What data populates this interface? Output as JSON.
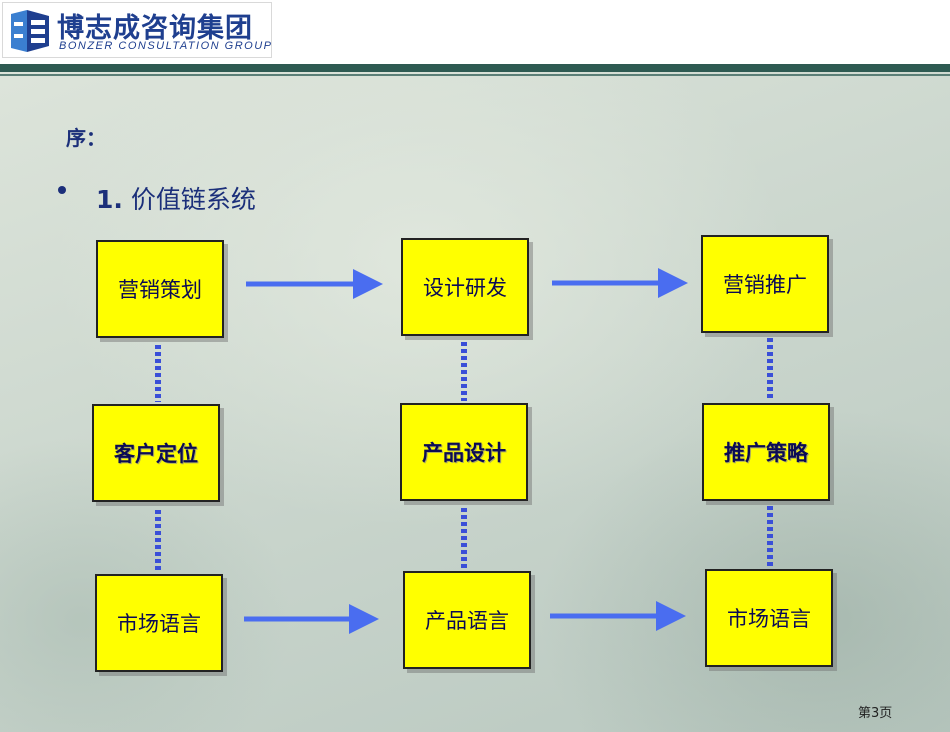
{
  "header": {
    "company_cn": "博志成咨询集团",
    "company_en": "BONZER CONSULTATION GROUP"
  },
  "slide": {
    "preface": "序：",
    "bullet_number": "1.",
    "bullet_text": "价值链系统"
  },
  "diagram": {
    "row1": [
      "营销策划",
      "设计研发",
      "营销推广"
    ],
    "row2": [
      "客户定位",
      "产品设计",
      "推广策略"
    ],
    "row3": [
      "市场语言",
      "产品语言",
      "市场语言"
    ]
  },
  "footer": {
    "page": "第3页"
  },
  "colors": {
    "box_fill": "#ffff00",
    "arrow": "#4a6df0",
    "dotted_connector": "#3a4fd8",
    "text_primary": "#1b2f7a"
  }
}
